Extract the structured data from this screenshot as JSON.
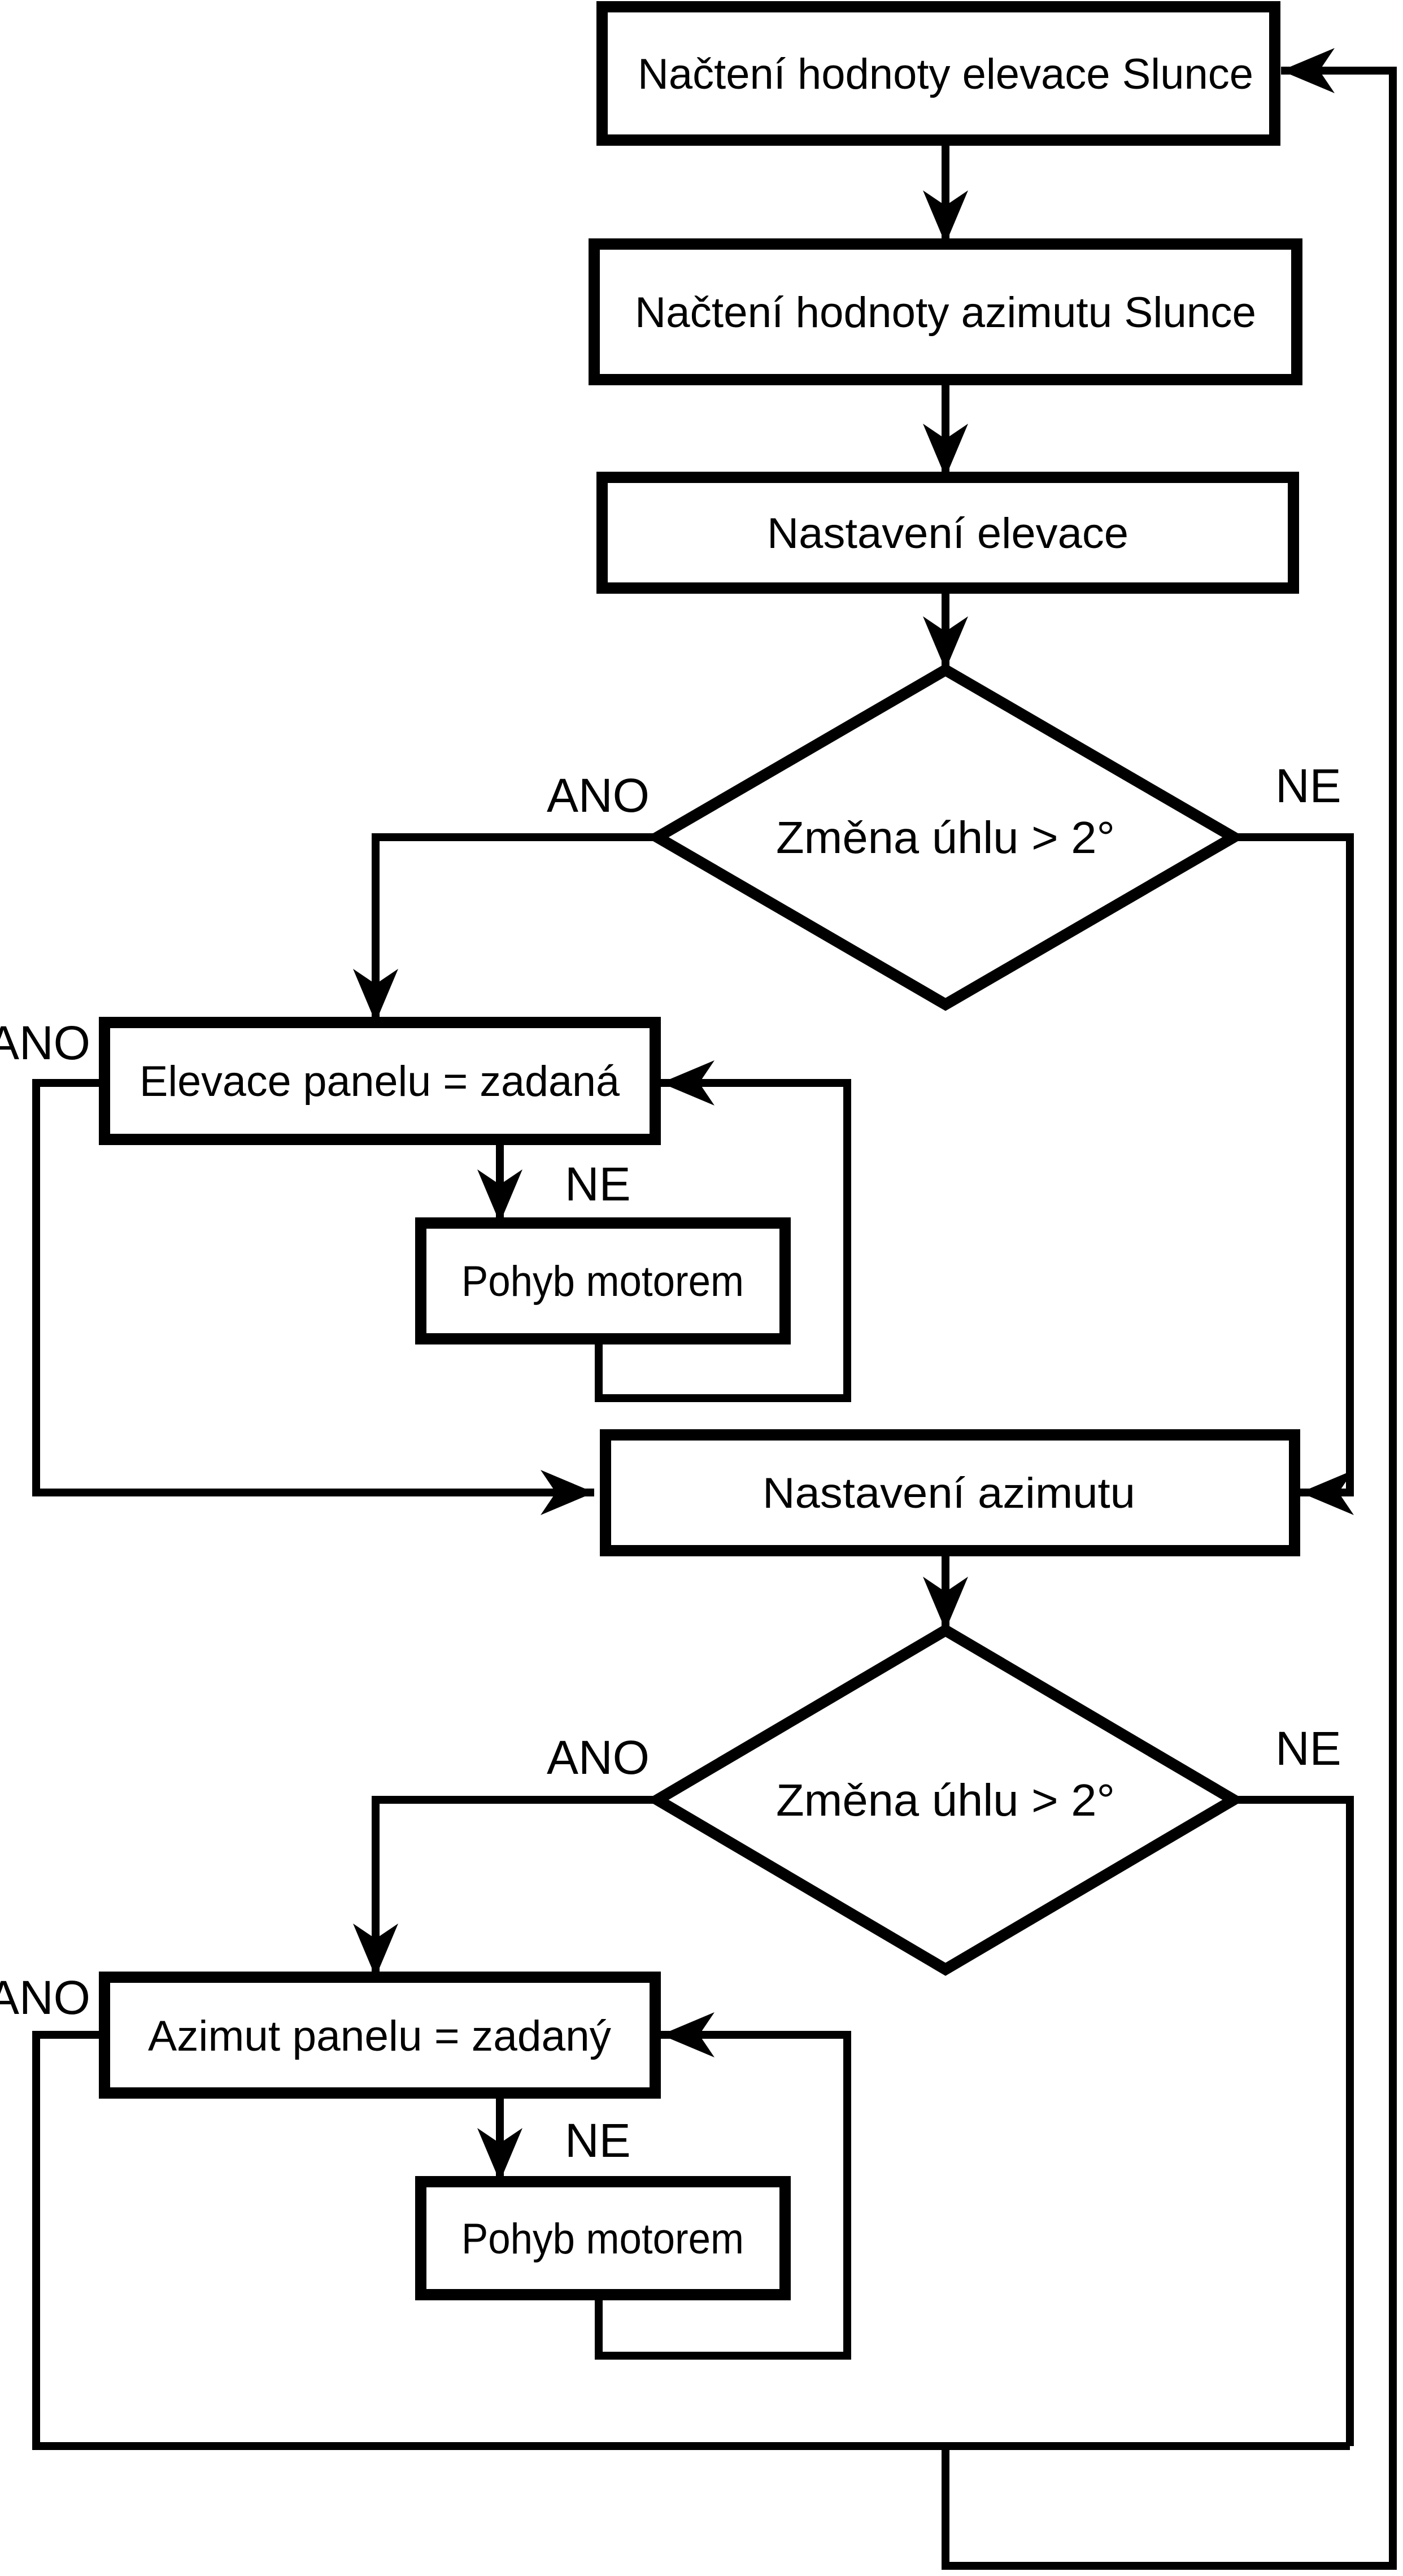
{
  "flowchart": {
    "type": "flowchart",
    "language": "cs",
    "colors": {
      "background": "#ffffff",
      "shape_fill": "#ffffff",
      "stroke": "#000000",
      "text": "#000000"
    },
    "nodes": {
      "load_elevation": {
        "type": "process",
        "label": "Načtení hodnoty elevace Slunce"
      },
      "load_azimuth": {
        "type": "process",
        "label": "Načtení hodnoty azimutu Slunce"
      },
      "set_elevation": {
        "type": "process",
        "label": "Nastavení elevace"
      },
      "elevation_check": {
        "type": "decision",
        "label": "Změna úhlu > 2°"
      },
      "elevation_reached": {
        "type": "process",
        "label": "Elevace panelu = zadaná"
      },
      "elevation_motor": {
        "type": "process",
        "label": "Pohyb motorem"
      },
      "set_azimuth": {
        "type": "process",
        "label": "Nastavení azimutu"
      },
      "azimuth_check": {
        "type": "decision",
        "label": "Změna úhlu > 2°"
      },
      "azimuth_reached": {
        "type": "process",
        "label": "Azimut panelu = zadaný"
      },
      "azimuth_motor": {
        "type": "process",
        "label": "Pohyb motorem"
      }
    },
    "edge_labels": {
      "elevation_check_yes": "ANO",
      "elevation_check_no": "NE",
      "elevation_reached_yes": "ANO",
      "elevation_reached_no": "NE",
      "azimuth_check_yes": "ANO",
      "azimuth_check_no": "NE",
      "azimuth_reached_yes": "ANO",
      "azimuth_reached_no": "NE"
    }
  }
}
